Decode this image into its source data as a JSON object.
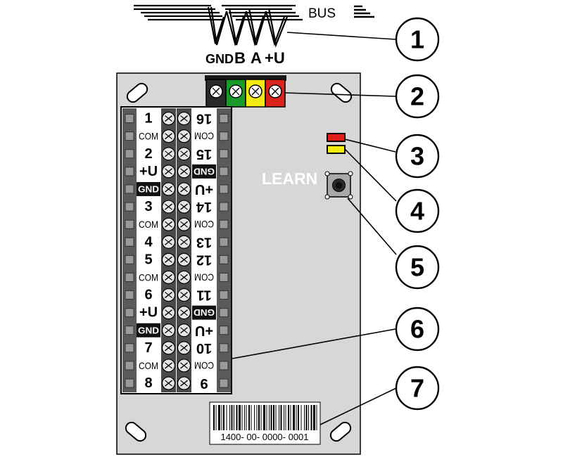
{
  "bus": {
    "title": "BUS",
    "terminals": [
      "GND",
      "B",
      "A",
      "+U"
    ],
    "terminal_colors": [
      "#2a2a2a",
      "#1a9a2a",
      "#f2ea10",
      "#d9231c"
    ]
  },
  "callouts": [
    "1",
    "2",
    "3",
    "4",
    "5",
    "6",
    "7"
  ],
  "board": {
    "learn_label": "LEARN",
    "led_colors": [
      "#e0201a",
      "#f5ec12"
    ],
    "barcode_text": "1400- 00- 0000- 0001"
  },
  "left_terminals": [
    {
      "label": "1",
      "kind": "num"
    },
    {
      "label": "COM",
      "kind": "com"
    },
    {
      "label": "2",
      "kind": "num"
    },
    {
      "label": "+U",
      "kind": "num"
    },
    {
      "label": "GND",
      "kind": "gnd"
    },
    {
      "label": "3",
      "kind": "num"
    },
    {
      "label": "COM",
      "kind": "com"
    },
    {
      "label": "4",
      "kind": "num"
    },
    {
      "label": "5",
      "kind": "num"
    },
    {
      "label": "COM",
      "kind": "com"
    },
    {
      "label": "6",
      "kind": "num"
    },
    {
      "label": "+U",
      "kind": "num"
    },
    {
      "label": "GND",
      "kind": "gnd"
    },
    {
      "label": "7",
      "kind": "num"
    },
    {
      "label": "COM",
      "kind": "com"
    },
    {
      "label": "8",
      "kind": "num"
    }
  ],
  "right_terminals": [
    {
      "label": "16",
      "kind": "num"
    },
    {
      "label": "COM",
      "kind": "com"
    },
    {
      "label": "15",
      "kind": "num"
    },
    {
      "label": "GND",
      "kind": "gnd"
    },
    {
      "label": "+U",
      "kind": "num"
    },
    {
      "label": "14",
      "kind": "num"
    },
    {
      "label": "COM",
      "kind": "com"
    },
    {
      "label": "13",
      "kind": "num"
    },
    {
      "label": "12",
      "kind": "num"
    },
    {
      "label": "COM",
      "kind": "com"
    },
    {
      "label": "11",
      "kind": "num"
    },
    {
      "label": "GND",
      "kind": "gnd"
    },
    {
      "label": "+U",
      "kind": "num"
    },
    {
      "label": "10",
      "kind": "num"
    },
    {
      "label": "COM",
      "kind": "com"
    },
    {
      "label": "9",
      "kind": "num"
    }
  ]
}
